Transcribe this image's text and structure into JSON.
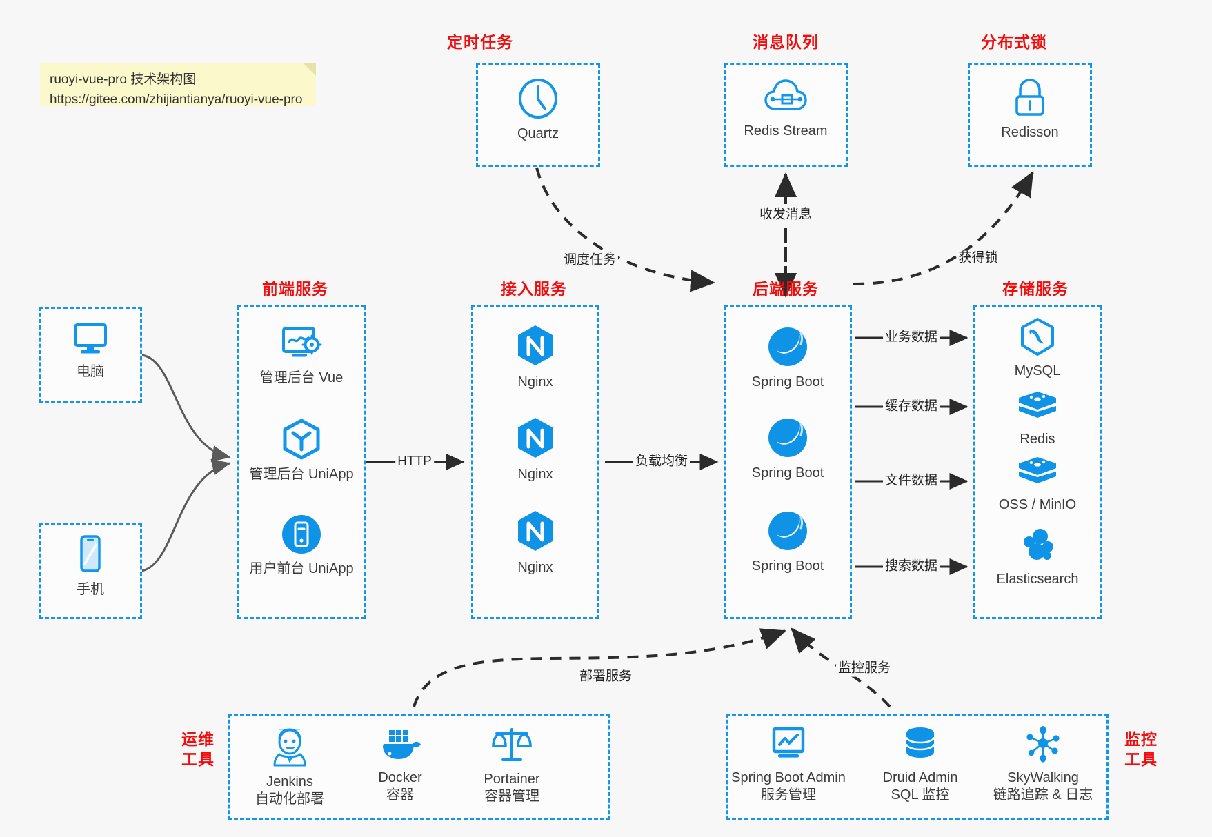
{
  "note": {
    "line1": "ruoyi-vue-pro 技术架构图",
    "line2": "https://gitee.com/zhijiantianya/ruoyi-vue-pro"
  },
  "group_titles": {
    "scheduler": "定时任务",
    "mq": "消息队列",
    "lock": "分布式锁",
    "frontend": "前端服务",
    "gateway": "接入服务",
    "backend": "后端服务",
    "storage": "存储服务",
    "devops": "运维\n工具",
    "devops_l1": "运维",
    "devops_l2": "工具",
    "monitor_l1": "监控",
    "monitor_l2": "工具"
  },
  "nodes": {
    "quartz": {
      "label": "Quartz",
      "icon": "clock-icon"
    },
    "redis_stream": {
      "label": "Redis Stream",
      "icon": "cloud-mq-icon"
    },
    "redisson": {
      "label": "Redisson",
      "icon": "lock-icon"
    },
    "pc": {
      "label": "电脑",
      "icon": "desktop-icon"
    },
    "phone": {
      "label": "手机",
      "icon": "mobile-icon"
    },
    "admin_vue": {
      "label": "管理后台 Vue",
      "icon": "dashboard-gear-icon"
    },
    "admin_uniapp": {
      "label": "管理后台 UniApp",
      "icon": "cube-icon"
    },
    "user_uniapp": {
      "label": "用户前台 UniApp",
      "icon": "mobile-circle-icon"
    },
    "nginx1": {
      "label": "Nginx",
      "icon": "nginx-icon"
    },
    "nginx2": {
      "label": "Nginx",
      "icon": "nginx-icon"
    },
    "nginx3": {
      "label": "Nginx",
      "icon": "nginx-icon"
    },
    "boot1": {
      "label": "Spring Boot",
      "icon": "spring-icon"
    },
    "boot2": {
      "label": "Spring Boot",
      "icon": "spring-icon"
    },
    "boot3": {
      "label": "Spring Boot",
      "icon": "spring-icon"
    },
    "mysql": {
      "label": "MySQL",
      "icon": "mysql-icon"
    },
    "redis": {
      "label": "Redis",
      "icon": "redis-icon"
    },
    "oss": {
      "label": "OSS / MinIO",
      "icon": "redis-icon"
    },
    "elasticsearch": {
      "label": "Elasticsearch",
      "icon": "elasticsearch-icon"
    },
    "jenkins": {
      "label": "Jenkins",
      "sublabel": "自动化部署",
      "icon": "jenkins-icon"
    },
    "docker": {
      "label": "Docker",
      "sublabel": "容器",
      "icon": "docker-icon"
    },
    "portainer": {
      "label": "Portainer",
      "sublabel": "容器管理",
      "icon": "scale-icon"
    },
    "sba": {
      "label": "Spring Boot Admin",
      "sublabel": "服务管理",
      "icon": "monitor-chart-icon"
    },
    "druid": {
      "label": "Druid Admin",
      "sublabel": "SQL 监控",
      "icon": "database-icon"
    },
    "skywalking": {
      "label": "SkyWalking",
      "sublabel": "链路追踪 & 日志",
      "icon": "skywalking-icon"
    }
  },
  "edges": {
    "schedule_task": "调度任务",
    "send_receive_msg": "收发消息",
    "acquire_lock": "获得锁",
    "http": "HTTP",
    "load_balance": "负载均衡",
    "business_data": "业务数据",
    "cache_data": "缓存数据",
    "file_data": "文件数据",
    "search_data": "搜索数据",
    "deploy_service": "部署服务",
    "monitor_service": "监控服务"
  },
  "colors": {
    "accent_blue": "#1196ec",
    "title_red": "#f20c0c",
    "note_yellow": "#fbf8cc",
    "background": "#f7f7f7",
    "edge_dark": "#2b2b2b",
    "edge_gray": "#5a5a5a"
  }
}
